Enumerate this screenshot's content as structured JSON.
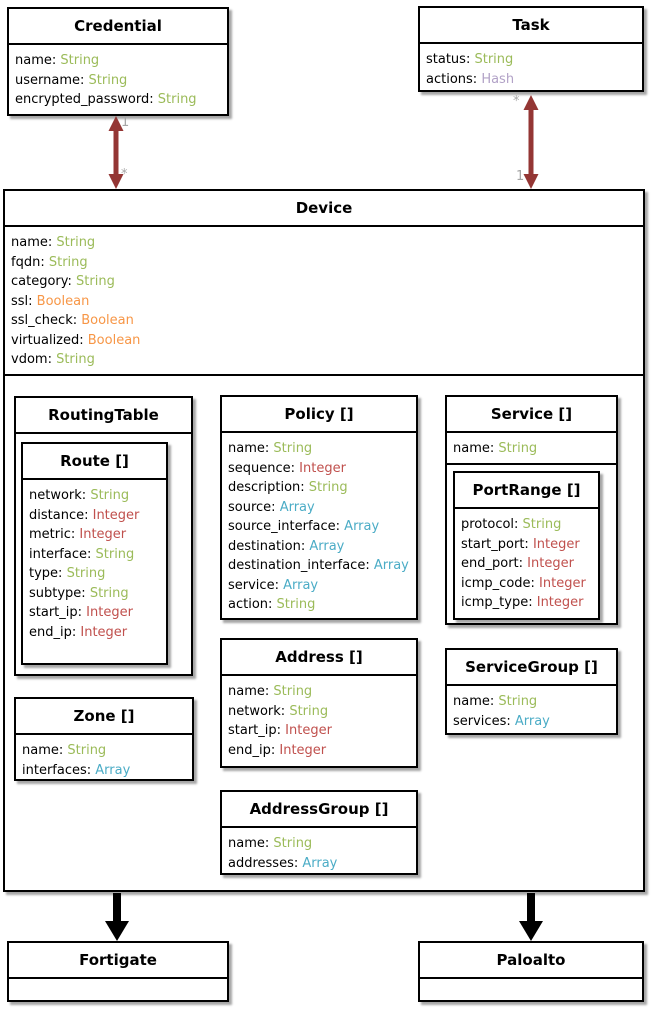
{
  "colors": {
    "association": "#943634",
    "inheritance": "#000000",
    "multiplicity": "#A6A6A6",
    "types": {
      "String": "#9BBB59",
      "Integer": "#C0504D",
      "Array": "#4BACC6",
      "Boolean": "#F79646",
      "Hash": "#B2A2C7"
    }
  },
  "classes": {
    "credential": {
      "title": "Credential",
      "attributes": [
        {
          "name": "name",
          "type": "String"
        },
        {
          "name": "username",
          "type": "String"
        },
        {
          "name": "encrypted_password",
          "type": "String"
        }
      ]
    },
    "task": {
      "title": "Task",
      "attributes": [
        {
          "name": "status",
          "type": "String"
        },
        {
          "name": "actions",
          "type": "Hash"
        }
      ]
    },
    "device": {
      "title": "Device",
      "attributes": [
        {
          "name": "name",
          "type": "String"
        },
        {
          "name": "fqdn",
          "type": "String"
        },
        {
          "name": "category",
          "type": "String"
        },
        {
          "name": "ssl",
          "type": "Boolean"
        },
        {
          "name": "ssl_check",
          "type": "Boolean"
        },
        {
          "name": "virtualized",
          "type": "Boolean"
        },
        {
          "name": "vdom",
          "type": "String"
        }
      ]
    },
    "routing_table": {
      "title": "RoutingTable",
      "attributes": []
    },
    "route": {
      "title": "Route []",
      "attributes": [
        {
          "name": "network",
          "type": "String"
        },
        {
          "name": "distance",
          "type": "Integer"
        },
        {
          "name": "metric",
          "type": "Integer"
        },
        {
          "name": "interface",
          "type": "String"
        },
        {
          "name": "type",
          "type": "String"
        },
        {
          "name": "subtype",
          "type": "String"
        },
        {
          "name": "start_ip",
          "type": "Integer"
        },
        {
          "name": "end_ip",
          "type": "Integer"
        }
      ]
    },
    "policy": {
      "title": "Policy []",
      "attributes": [
        {
          "name": "name",
          "type": "String"
        },
        {
          "name": "sequence",
          "type": "Integer"
        },
        {
          "name": "description",
          "type": "String"
        },
        {
          "name": "source",
          "type": "Array"
        },
        {
          "name": "source_interface",
          "type": "Array"
        },
        {
          "name": "destination",
          "type": "Array"
        },
        {
          "name": "destination_interface",
          "type": "Array"
        },
        {
          "name": "service",
          "type": "Array"
        },
        {
          "name": "action",
          "type": "String"
        }
      ]
    },
    "service": {
      "title": "Service []",
      "attributes": [
        {
          "name": "name",
          "type": "String"
        }
      ]
    },
    "port_range": {
      "title": "PortRange []",
      "attributes": [
        {
          "name": "protocol",
          "type": "String"
        },
        {
          "name": "start_port",
          "type": "Integer"
        },
        {
          "name": "end_port",
          "type": "Integer"
        },
        {
          "name": "icmp_code",
          "type": "Integer"
        },
        {
          "name": "icmp_type",
          "type": "Integer"
        }
      ]
    },
    "zone": {
      "title": "Zone []",
      "attributes": [
        {
          "name": "name",
          "type": "String"
        },
        {
          "name": "interfaces",
          "type": "Array"
        }
      ]
    },
    "address": {
      "title": "Address []",
      "attributes": [
        {
          "name": "name",
          "type": "String"
        },
        {
          "name": "network",
          "type": "String"
        },
        {
          "name": "start_ip",
          "type": "Integer"
        },
        {
          "name": "end_ip",
          "type": "Integer"
        }
      ]
    },
    "service_group": {
      "title": "ServiceGroup []",
      "attributes": [
        {
          "name": "name",
          "type": "String"
        },
        {
          "name": "services",
          "type": "Array"
        }
      ]
    },
    "address_group": {
      "title": "AddressGroup []",
      "attributes": [
        {
          "name": "name",
          "type": "String"
        },
        {
          "name": "addresses",
          "type": "Array"
        }
      ]
    },
    "fortigate": {
      "title": "Fortigate",
      "attributes": []
    },
    "paloalto": {
      "title": "Paloalto",
      "attributes": []
    }
  },
  "relationships": {
    "credential_device": {
      "credential_end": "1",
      "device_end": "*"
    },
    "task_device": {
      "task_end": "*",
      "device_end": "1"
    }
  }
}
